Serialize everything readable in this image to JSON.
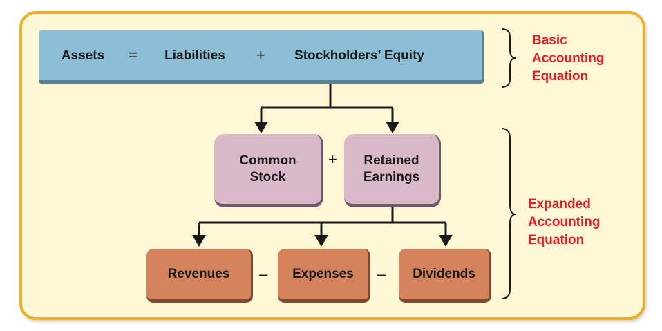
{
  "basic_equation": {
    "assets": "Assets",
    "equals": "=",
    "liabilities": "Liabilities",
    "plus": "+",
    "stockholders_equity": "Stockholders’ Equity"
  },
  "equity_components": {
    "common_stock": "Common Stock",
    "plus": "+",
    "retained_earnings": "Retained Earnings"
  },
  "retained_earnings_components": {
    "revenues": "Revenues",
    "minus_1": "–",
    "expenses": "Expenses",
    "minus_2": "–",
    "dividends": "Dividends"
  },
  "labels": {
    "basic": "Basic Accounting Equation",
    "expanded": "Expanded Accounting Equation"
  },
  "colors": {
    "panel_bg": "#fdf7d6",
    "panel_border": "#e9b02c",
    "basic_box": "#8bbfd6",
    "equity_box": "#d9b9c9",
    "re_box": "#d5835c",
    "label_text": "#e41e26"
  }
}
